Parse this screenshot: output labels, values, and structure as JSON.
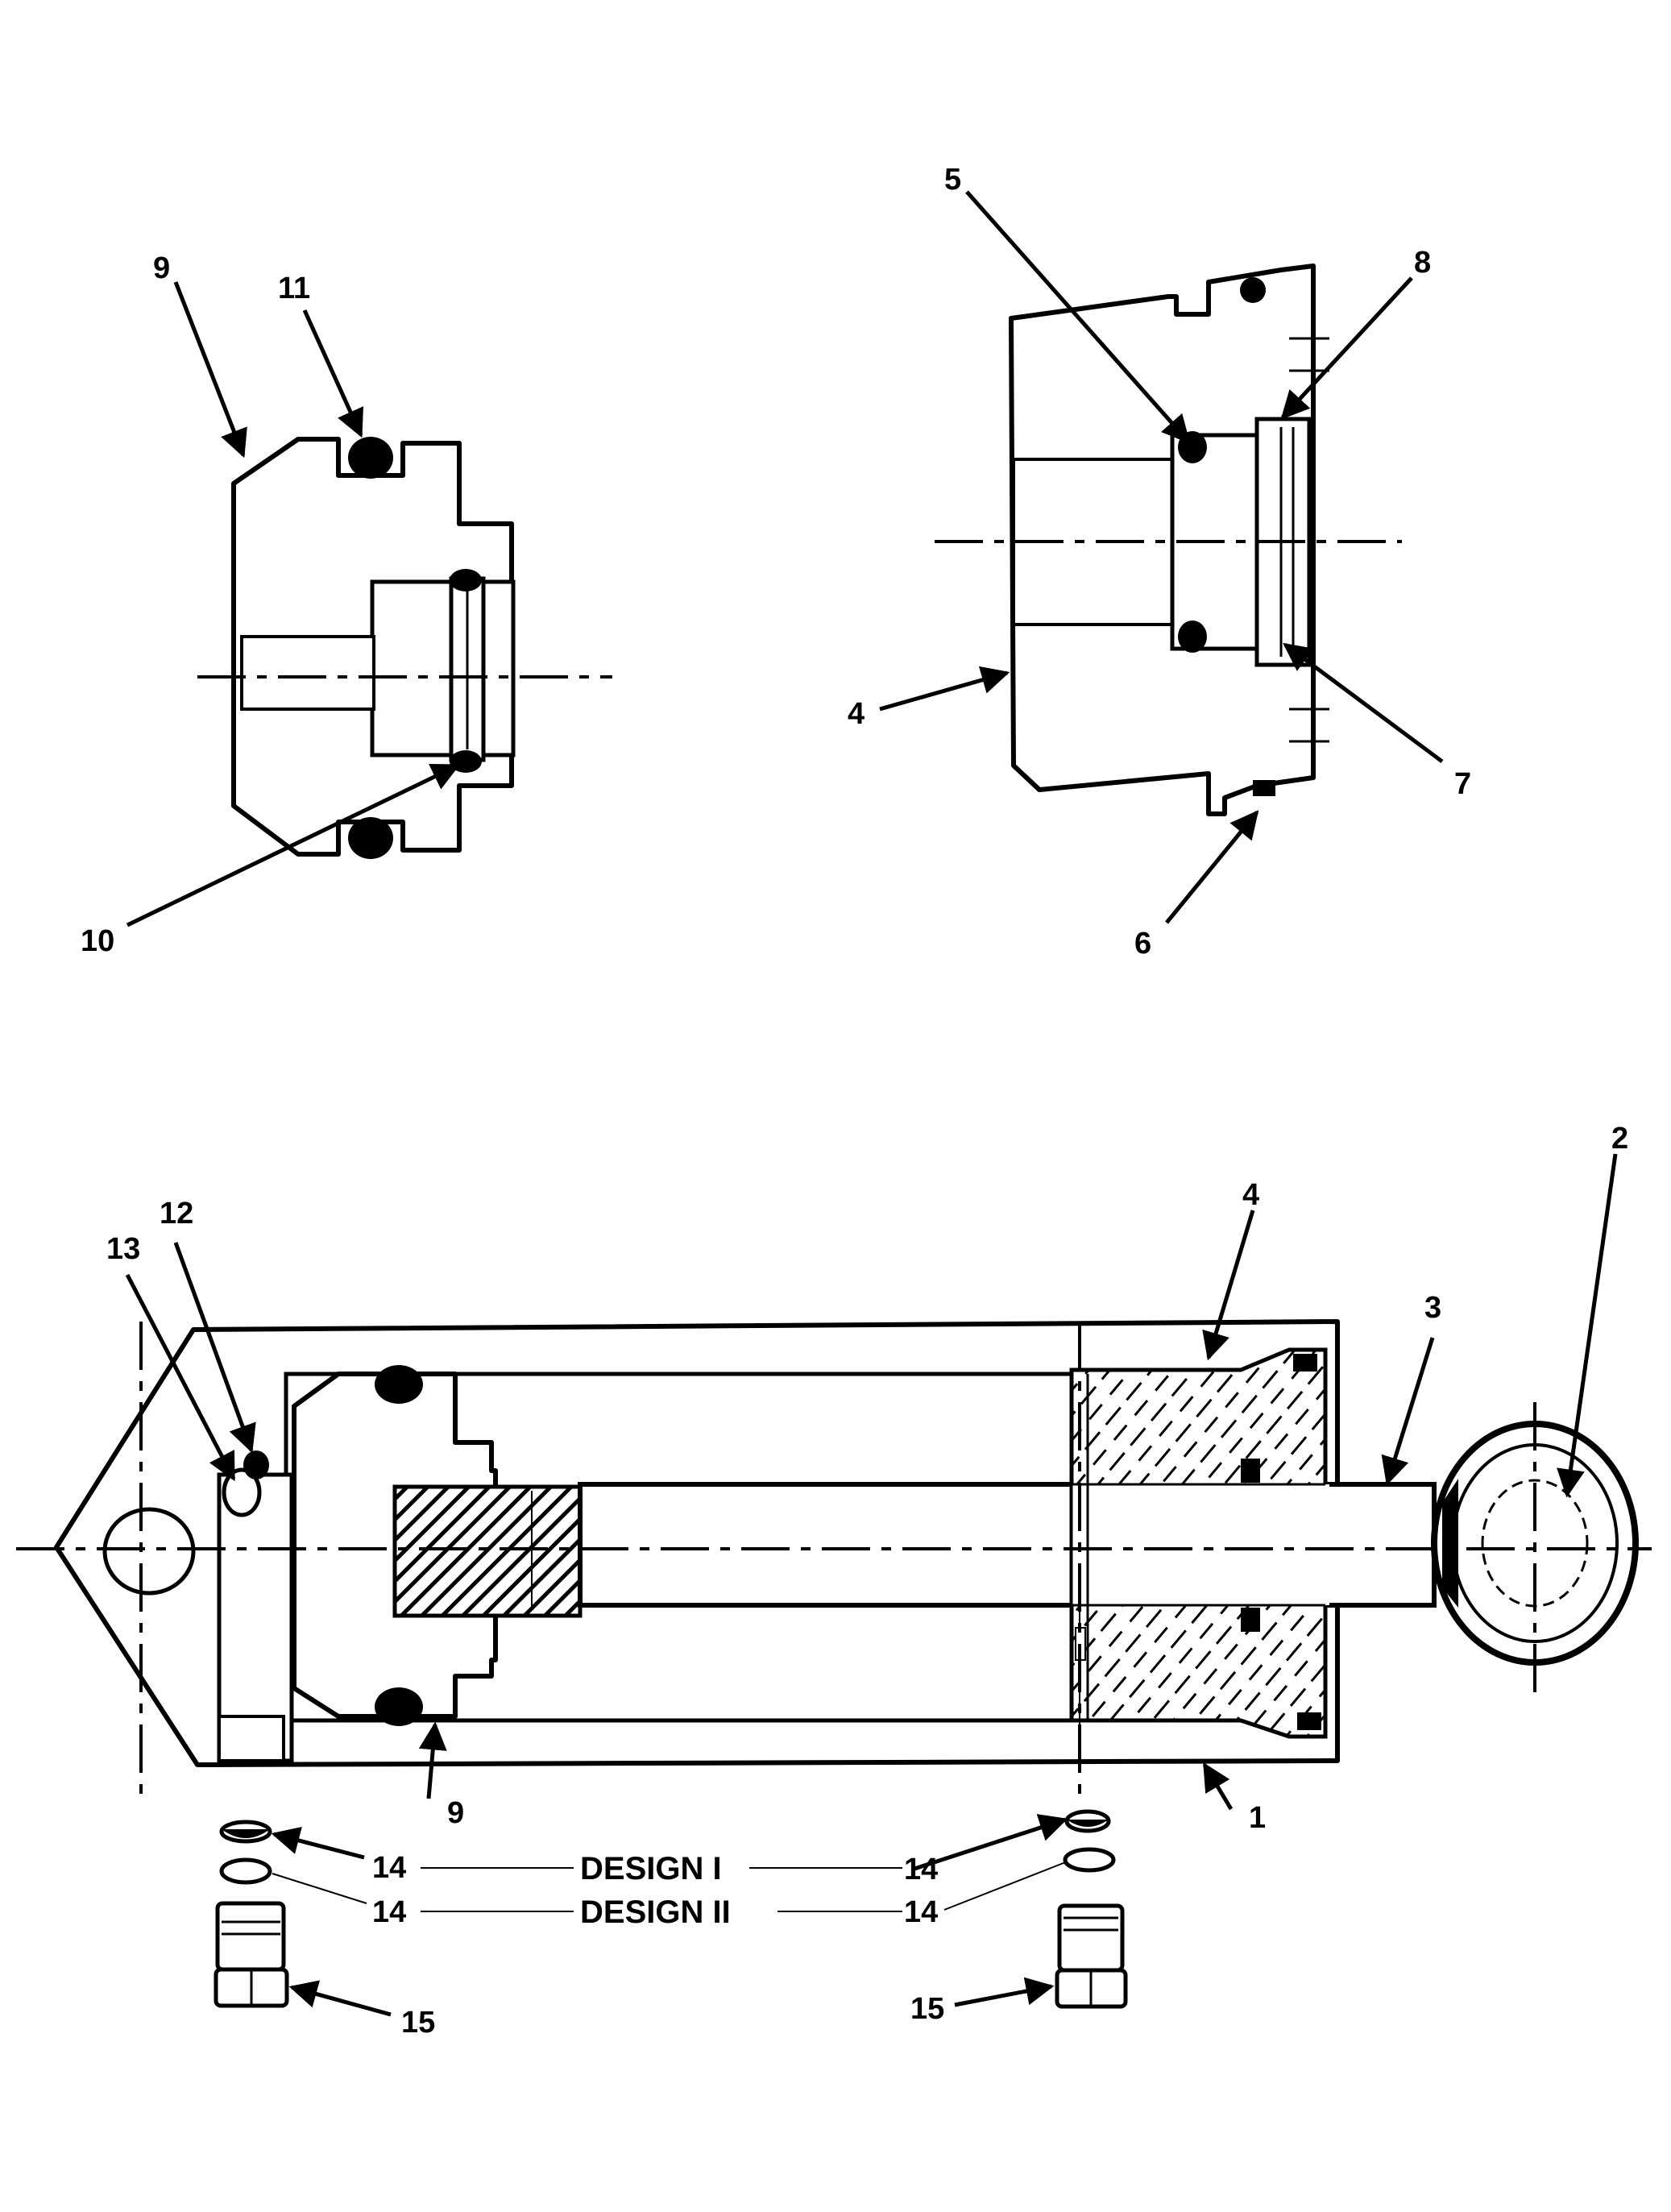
{
  "callouts": {
    "c1": "1",
    "c2": "2",
    "c3": "3",
    "c4_top": "4",
    "c4_bottom": "4",
    "c5": "5",
    "c6": "6",
    "c7": "7",
    "c8": "8",
    "c9_top": "9",
    "c9_bottom": "9",
    "c10": "10",
    "c11": "11",
    "c12": "12",
    "c13": "13",
    "c14_a": "14",
    "c14_b": "14",
    "c14_c": "14",
    "c14_d": "14",
    "c15_left": "15",
    "c15_right": "15"
  },
  "design_labels": {
    "design_1": "DESIGN I",
    "design_2": "DESIGN II"
  }
}
